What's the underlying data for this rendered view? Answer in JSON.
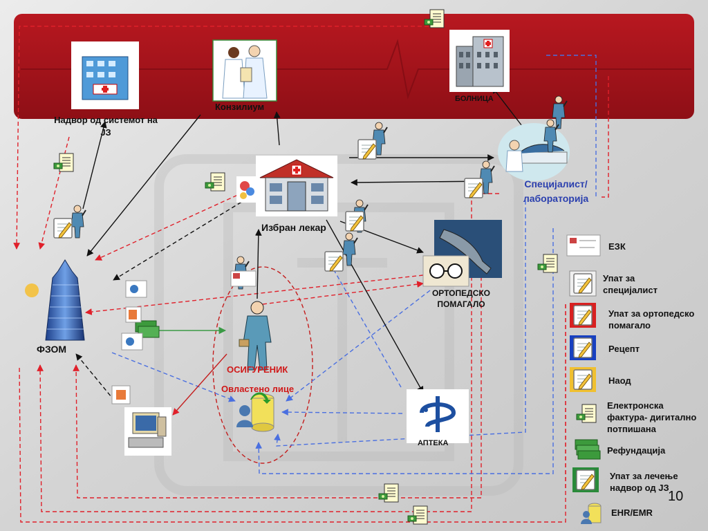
{
  "nodes": {
    "supervision": "Надвор од системот на ЈЗ",
    "council": "Конзилиум",
    "hospital": "БОЛНИЦА",
    "chosen_doctor": "Избран лекар",
    "specialist": "Специјалист/ лабораторија",
    "orthopedic": "ОРТОПЕДСКО ПОМАГАЛО",
    "fzom": "ФЗОМ",
    "insured": "ОСИГУРЕНИК",
    "authorized": "Овластено лице",
    "pharmacy": "АПТЕКА"
  },
  "legend": {
    "ezk": "ЕЗК",
    "referral_specialist": "Упат за специјалист",
    "referral_orthopedic": "Упат за ортопедско помагало",
    "prescription": "Рецепт",
    "finding": "Наод",
    "e_invoice": "Електронска фактура- дигитално потпишана",
    "refund": "Рефундација",
    "referral_abroad": "Упат за лечење надвор од ЈЗ",
    "ehr": "EHR/EMR"
  },
  "slide_number": "10",
  "colors": {
    "banner": "#a8131b",
    "red_line": "#e0202a",
    "blue_line": "#4a6fe0",
    "black_line": "#111111",
    "green_line": "#3a9a45"
  }
}
